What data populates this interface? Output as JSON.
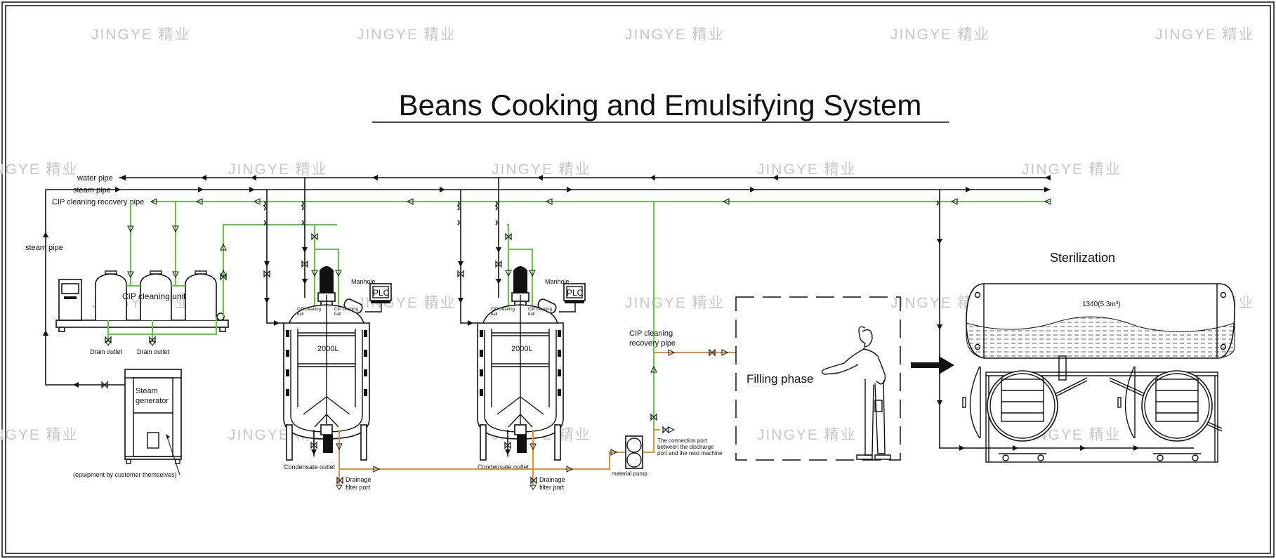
{
  "title": "Beans Cooking and Emulsifying System",
  "watermark": "JINGYE 精业",
  "colors": {
    "water_steam_pipe": "#111111",
    "cip_pipe": "#5ccc3a",
    "material_pipe": "#e8902a",
    "cip_ball": "#cc2222",
    "watermark": "#c8c8c8"
  },
  "legend": {
    "water_pipe": "water pipe",
    "steam_pipe": "steam pipe",
    "cip_recovery_pipe": "CIP cleaning recovery pipe"
  },
  "left": {
    "steam_pipe_label": "steam pipe",
    "cip_unit_label": "CIP cleaning unit",
    "drain_outlet_1": "Drain outlet",
    "drain_outlet_2": "Drain outlet",
    "steam_generator_line1": "Steam",
    "steam_generator_line2": "generator",
    "customer_note": "(epuipment by customer themselves)"
  },
  "tanks": [
    {
      "capacity": "2000L",
      "manhole": "Manhole",
      "plc": "PLC",
      "cip_ball_left_1": "CIP cleaning",
      "cip_ball_left_2": "ball",
      "cip_ball_right_1": "CIP cleaning",
      "cip_ball_right_2": "ball",
      "condensate": "Condensate outlet",
      "drainage_1": "Drainage",
      "drainage_2": "filter port"
    },
    {
      "capacity": "2000L",
      "manhole": "Manhole",
      "plc": "PLC",
      "cip_ball_left_1": "CIP cleaning",
      "cip_ball_left_2": "ball",
      "cip_ball_right_1": "CIP cleaning",
      "cip_ball_right_2": "ball",
      "condensate": "Condensate outlet",
      "drainage_1": "Drainage",
      "drainage_2": "filter port"
    }
  ],
  "middle": {
    "cip_recovery_1": "CIP cleaning",
    "cip_recovery_2": "recovery pipe",
    "material_pump": "material pump",
    "connection_1": "The connection port",
    "connection_2": "between the discharge",
    "connection_3": "port and the next machine"
  },
  "filling": {
    "label": "Filling phase"
  },
  "sterilization": {
    "label": "Sterilization",
    "tank_spec": "1340(5.3m³)"
  }
}
